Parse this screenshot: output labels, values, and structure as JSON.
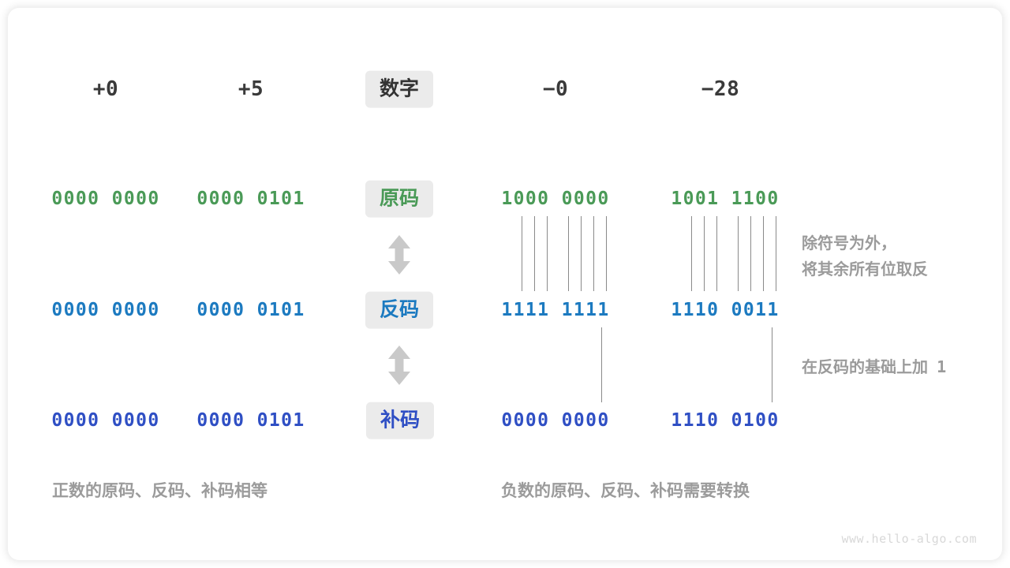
{
  "diagram": {
    "title_row": {
      "label_badge": "数字",
      "columns": [
        {
          "name": "pos-zero",
          "value": "+0"
        },
        {
          "name": "pos-five",
          "value": "+5"
        },
        {
          "name": "neg-zero",
          "value": "−0"
        },
        {
          "name": "neg-twentyeight",
          "value": "−28"
        }
      ]
    },
    "rows": [
      {
        "key": "sign-magnitude",
        "badge": "原码",
        "color": "#4a9a57",
        "values": {
          "pos_zero": "0000 0000",
          "pos_five": "0000 0101",
          "neg_zero": "1000 0000",
          "neg_twentyeight": "1001 1100"
        }
      },
      {
        "key": "ones-complement",
        "badge": "反码",
        "color": "#1c7ac0",
        "values": {
          "pos_zero": "0000 0000",
          "pos_five": "0000 0101",
          "neg_zero": "1111 1111",
          "neg_twentyeight": "1110 0011"
        }
      },
      {
        "key": "twos-complement",
        "badge": "补码",
        "color": "#2f4fc4",
        "values": {
          "pos_zero": "0000 0000",
          "pos_five": "0000 0101",
          "neg_zero": "0000 0000",
          "neg_twentyeight": "1110 0100"
        }
      }
    ],
    "annotations": {
      "invert_bits": "除符号为外，\n将其余所有位取反",
      "add_one_text": "在反码的基础上加",
      "add_one_value": "1"
    },
    "captions": {
      "positive": "正数的原码、反码、补码相等",
      "negative": "负数的原码、反码、补码需要转换"
    },
    "watermark": "www.hello-algo.com",
    "icons": {
      "arrow_updown": "arrow-up-down-icon"
    }
  }
}
